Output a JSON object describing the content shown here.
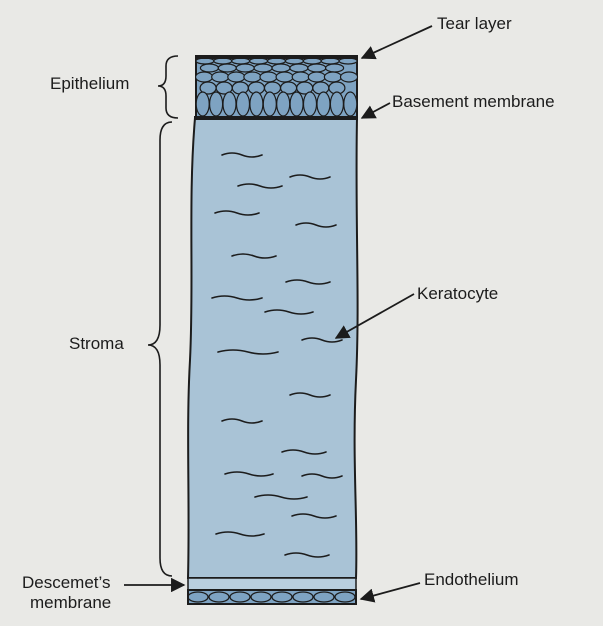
{
  "labels": {
    "tear_layer": "Tear layer",
    "epithelium": "Epithelium",
    "basement_membrane": "Basement membrane",
    "keratocyte": "Keratocyte",
    "stroma": "Stroma",
    "descemets_line1": "Descemet’s",
    "descemets_line2": "membrane",
    "endothelium": "Endothelium"
  },
  "colors": {
    "background": "#e9e9e6",
    "stroma": "#a9c3d6",
    "cells": "#7ea3c2",
    "descemet": "#b9cfdf",
    "ink": "#1c1c1c"
  }
}
